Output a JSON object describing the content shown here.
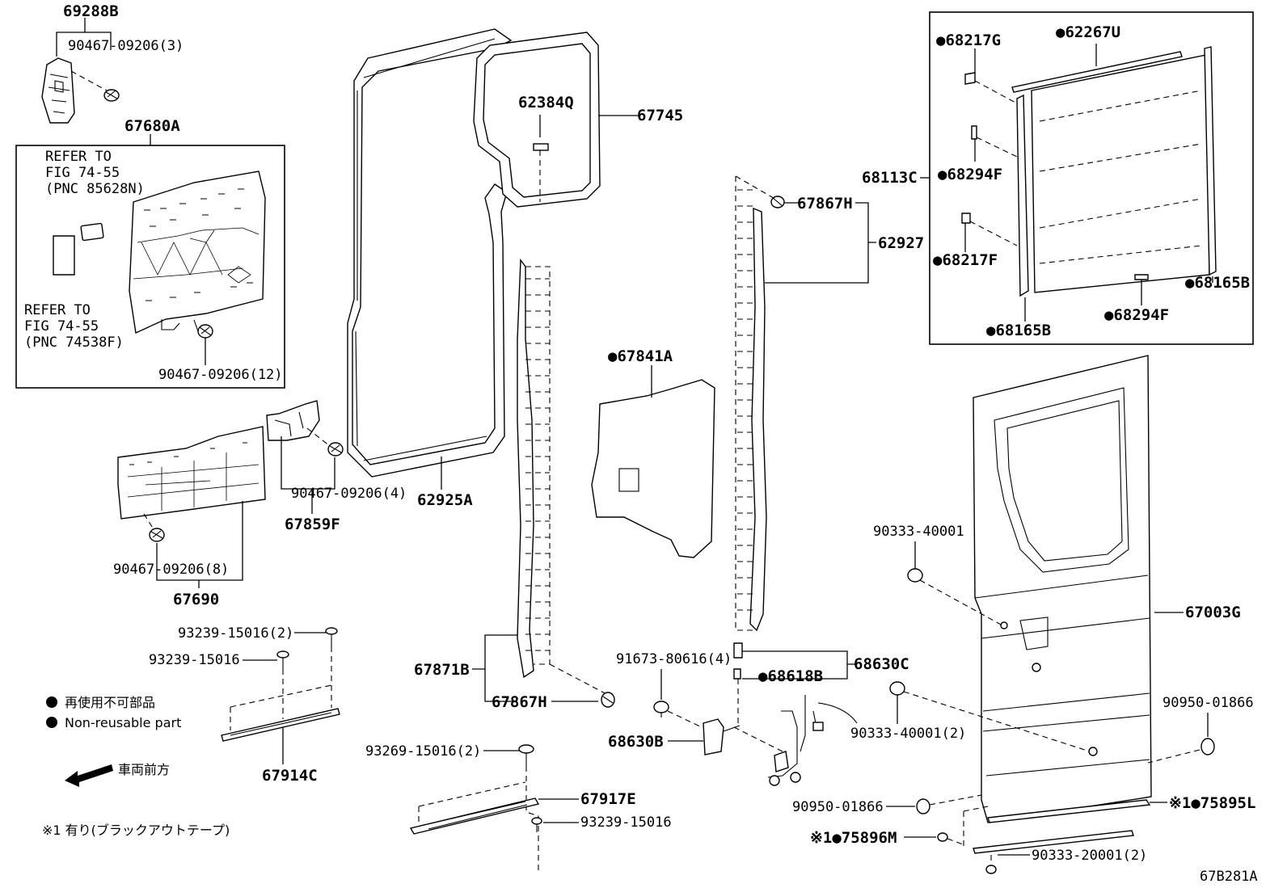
{
  "labels": {
    "p69288B": "69288B",
    "p90467_3": "90467-09206(3)",
    "p67680A": "67680A",
    "refer1_l1": "REFER TO",
    "refer1_l2": "FIG 74-55",
    "refer1_l3": "(PNC 85628N)",
    "refer2_l1": "REFER TO",
    "refer2_l2": "FIG 74-55",
    "refer2_l3": "(PNC 74538F)",
    "p90467_12": "90467-09206(12)",
    "p90467_4": "90467-09206(4)",
    "p67859F": "67859F",
    "p90467_8": "90467-09206(8)",
    "p67690": "67690",
    "p93239_2": "93239-15016(2)",
    "p93239_a": "93239-15016",
    "p67914C": "67914C",
    "p93269_2": "93269-15016(2)",
    "p67917E": "67917E",
    "p93239_b": "93239-15016",
    "p62384Q": "62384Q",
    "p67745": "67745",
    "p62925A": "62925A",
    "p67871B": "67871B",
    "p67867H_a": "67867H",
    "p67867H_b": "67867H",
    "p62927": "62927",
    "p67841A": "●67841A",
    "p91673": "91673-80616(4)",
    "p68618B": "●68618B",
    "p68630C": "68630C",
    "p68630B": "68630B",
    "p68217G": "●68217G",
    "p62267U": "●62267U",
    "p68113C": "68113C",
    "p68294F_a": "●68294F",
    "p68217F": "●68217F",
    "p68165B_a": "●68165B",
    "p68294F_b": "●68294F",
    "p68165B_b": "●68165B",
    "p90333_a": "90333-40001",
    "p67003G": "67003G",
    "p90333_b": "90333-40001(2)",
    "p90950_a": "90950-01866",
    "p90950_b": "90950-01866",
    "p75895L": "※1●75895L",
    "p75896M": "※1●75896M",
    "p90333_c": "90333-20001(2)",
    "fig_id": "67B281A"
  },
  "legend": {
    "jp": "再使用不可部品",
    "en": "Non-reusable part",
    "front": "車両前方",
    "note": "※1 有り(ブラックアウトテープ)"
  }
}
